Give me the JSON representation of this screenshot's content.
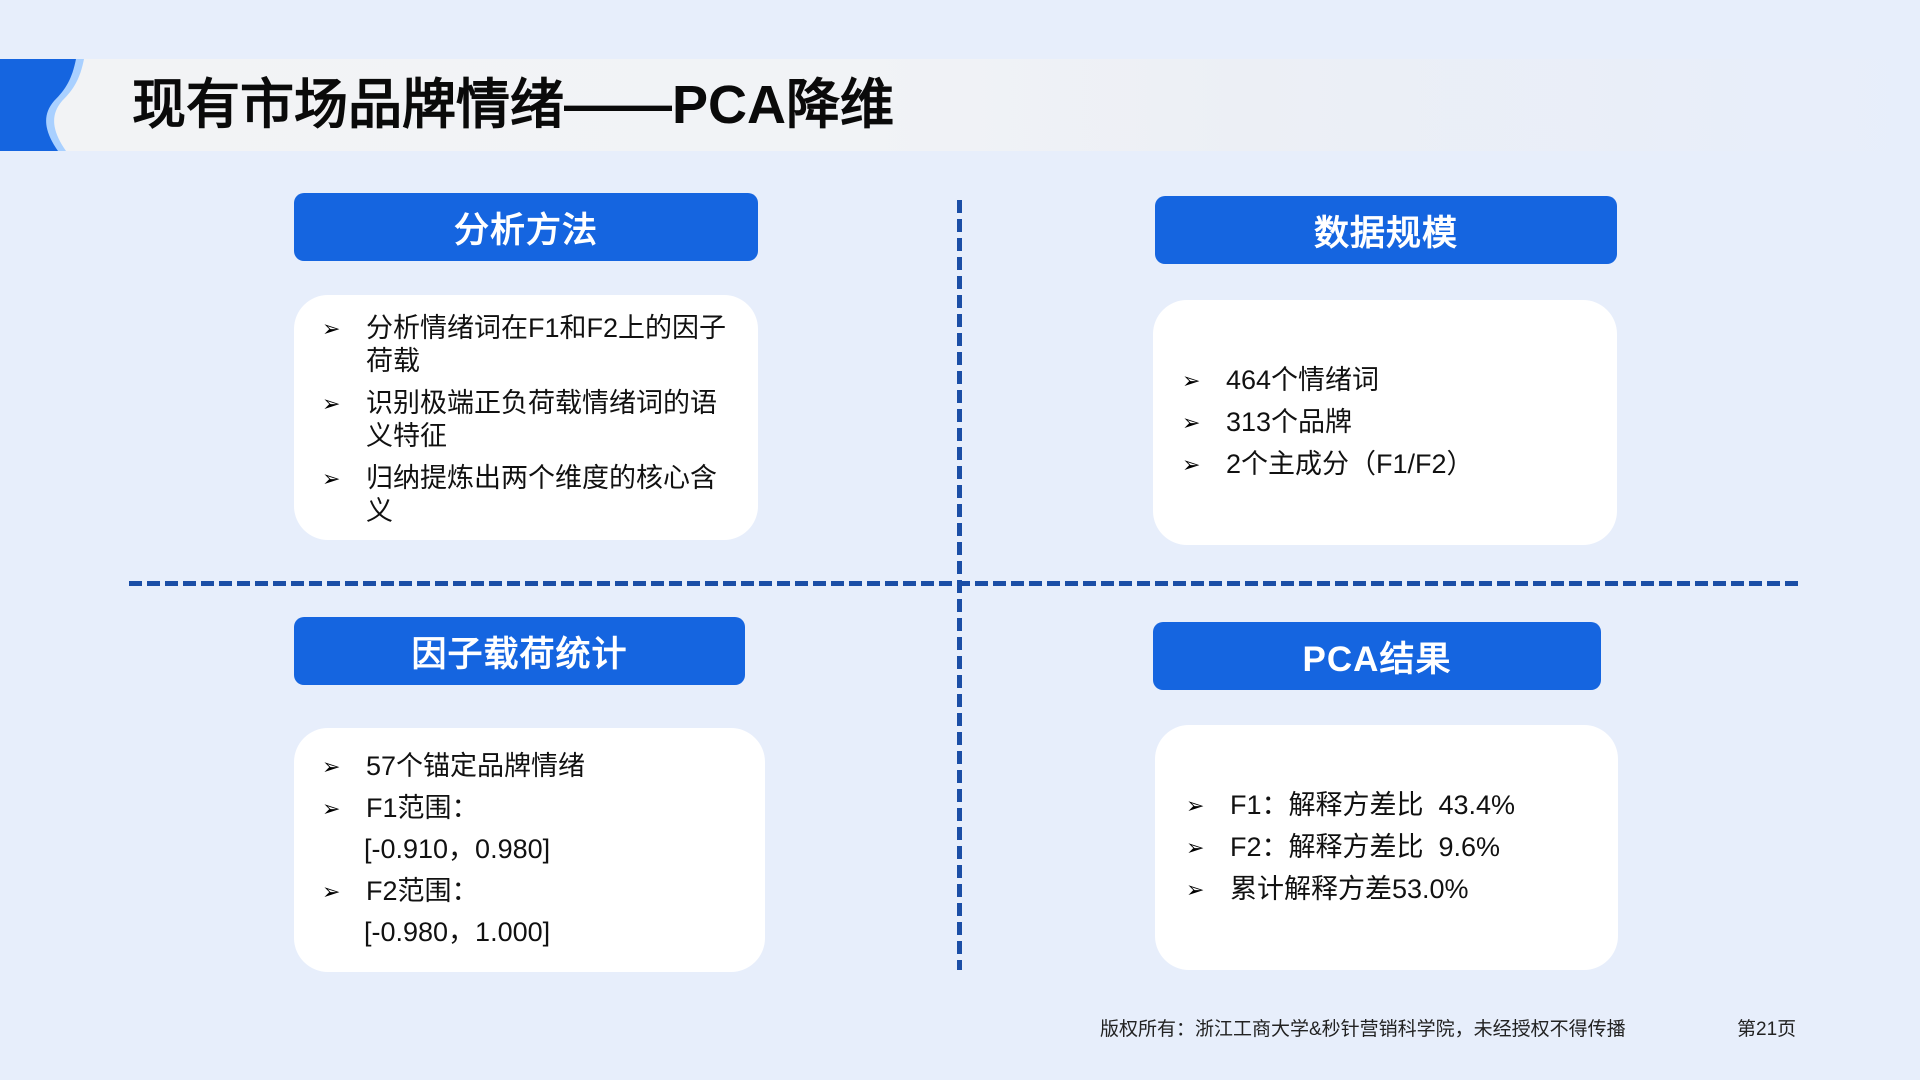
{
  "slide": {
    "title": "现有市场品牌情绪——PCA降维",
    "colors": {
      "accent": "#1565e0",
      "divider": "#1b4ea6",
      "background": "#e7eefb",
      "tab_stroke": "#a9d0ff"
    }
  },
  "panels": {
    "method": {
      "heading": "分析方法",
      "items": [
        {
          "text": "分析情绪词在F1和F2上的因子荷载"
        },
        {
          "text": "识别极端正负荷载情绪词的语义特征"
        },
        {
          "text": "归纳提炼出两个维度的核心含义"
        }
      ]
    },
    "data_scale": {
      "heading": "数据规模",
      "items": [
        {
          "text": "464个情绪词"
        },
        {
          "text": "313个品牌"
        },
        {
          "text": "2个主成分（F1/F2）"
        }
      ]
    },
    "loading_stats": {
      "heading": "因子载荷统计",
      "items": [
        {
          "text": "57个锚定品牌情绪"
        },
        {
          "text": "F1范围：",
          "range": "[-0.910，0.980]"
        },
        {
          "text": "F2范围：",
          "range": "[-0.980，1.000]"
        }
      ]
    },
    "pca_result": {
      "heading": "PCA结果",
      "items": [
        {
          "text": "F1：解释方差比  43.4%"
        },
        {
          "text": "F2：解释方差比  9.6%"
        },
        {
          "text": "累计解释方差53.0%"
        }
      ]
    }
  },
  "bullet_glyph": "➢",
  "footer": {
    "copyright": "版权所有：浙江工商大学&秒针营销科学院，未经授权不得传播",
    "page": "第21页"
  }
}
